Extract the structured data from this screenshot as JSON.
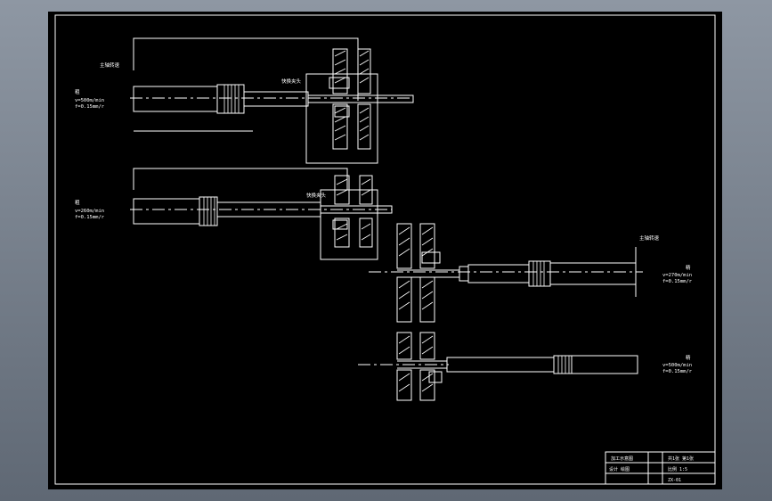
{
  "drawing": {
    "title_block": {
      "designer_row": "设计 绘图",
      "title": "加工示意图",
      "sheet_info": "共1张 第1张",
      "scale": "比例 1:5",
      "drawing_no": "ZX-01"
    },
    "views": [
      {
        "label": "粗",
        "feed_note": "主轴转速",
        "params": [
          "v=500m/min",
          "f=0.15mm/r"
        ],
        "fixture_note": "快换夹头"
      },
      {
        "label": "粗",
        "params": [
          "v=260m/min",
          "f=0.15mm/r"
        ],
        "fixture_note": "快换夹头"
      },
      {
        "label": "精",
        "feed_note": "主轴转速",
        "params": [
          "v=270m/min",
          "f=0.15mm/r"
        ]
      },
      {
        "label": "精",
        "params": [
          "v=500m/min",
          "f=0.15mm/r"
        ]
      }
    ]
  }
}
